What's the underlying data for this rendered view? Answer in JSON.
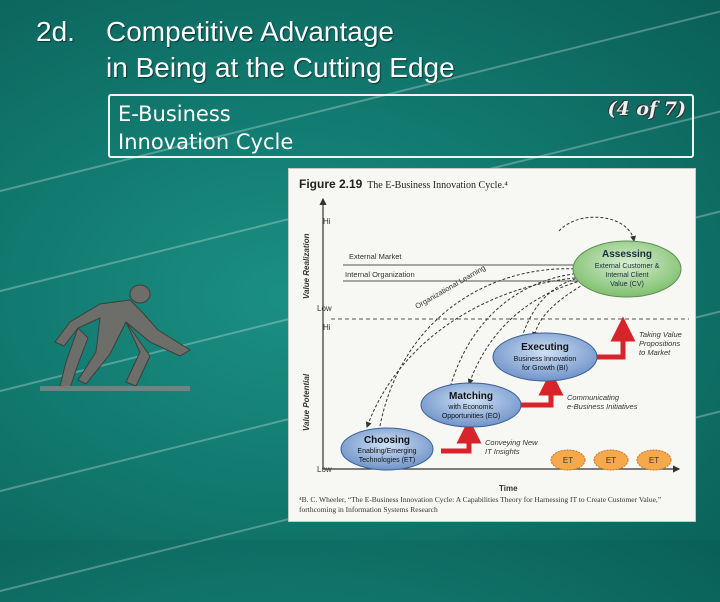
{
  "slide": {
    "title_number": "2d.",
    "title_line1": "Competitive Advantage",
    "title_line2": "in Being at the Cutting Edge",
    "subtitle_line1": "E-Business",
    "subtitle_line2": "Innovation Cycle",
    "page_indicator": "(4 of 7)"
  },
  "figure": {
    "label": "Figure 2.19",
    "caption": "The E-Business Innovation Cycle.⁴",
    "axis_upper": "Value Realization",
    "axis_lower": "Value Potential",
    "hi": "Hi",
    "low": "Low",
    "time": "Time",
    "external_market": "External Market",
    "internal_org": "Internal Organization",
    "org_learning": "Organizational Learning",
    "assessing_title": "Assessing",
    "assessing_l1": "External Customer &",
    "assessing_l2": "Internal Client",
    "assessing_l3": "Value (CV)",
    "executing_title": "Executing",
    "executing_l1": "Business Innovation",
    "executing_l2": "for Growth (BI)",
    "matching_title": "Matching",
    "matching_l1": "with Economic",
    "matching_l2": "Opportunities (EO)",
    "choosing_title": "Choosing",
    "choosing_l1": "Enabling/Emerging",
    "choosing_l2": "Technologies (ET)",
    "taking_l1": "Taking Value",
    "taking_l2": "Propositions",
    "taking_l3": "to Market",
    "comm_l1": "Communicating",
    "comm_l2": "e-Business Initiatives",
    "conv_l1": "Conveying New",
    "conv_l2": "IT Insights",
    "et": "ET",
    "footnote": "⁴B. C. Wheeler, “The E-Business Innovation Cycle: A Capabilities Theory for Harnessing IT to Create Customer Value,” forthcoming in Information Systems Research"
  }
}
